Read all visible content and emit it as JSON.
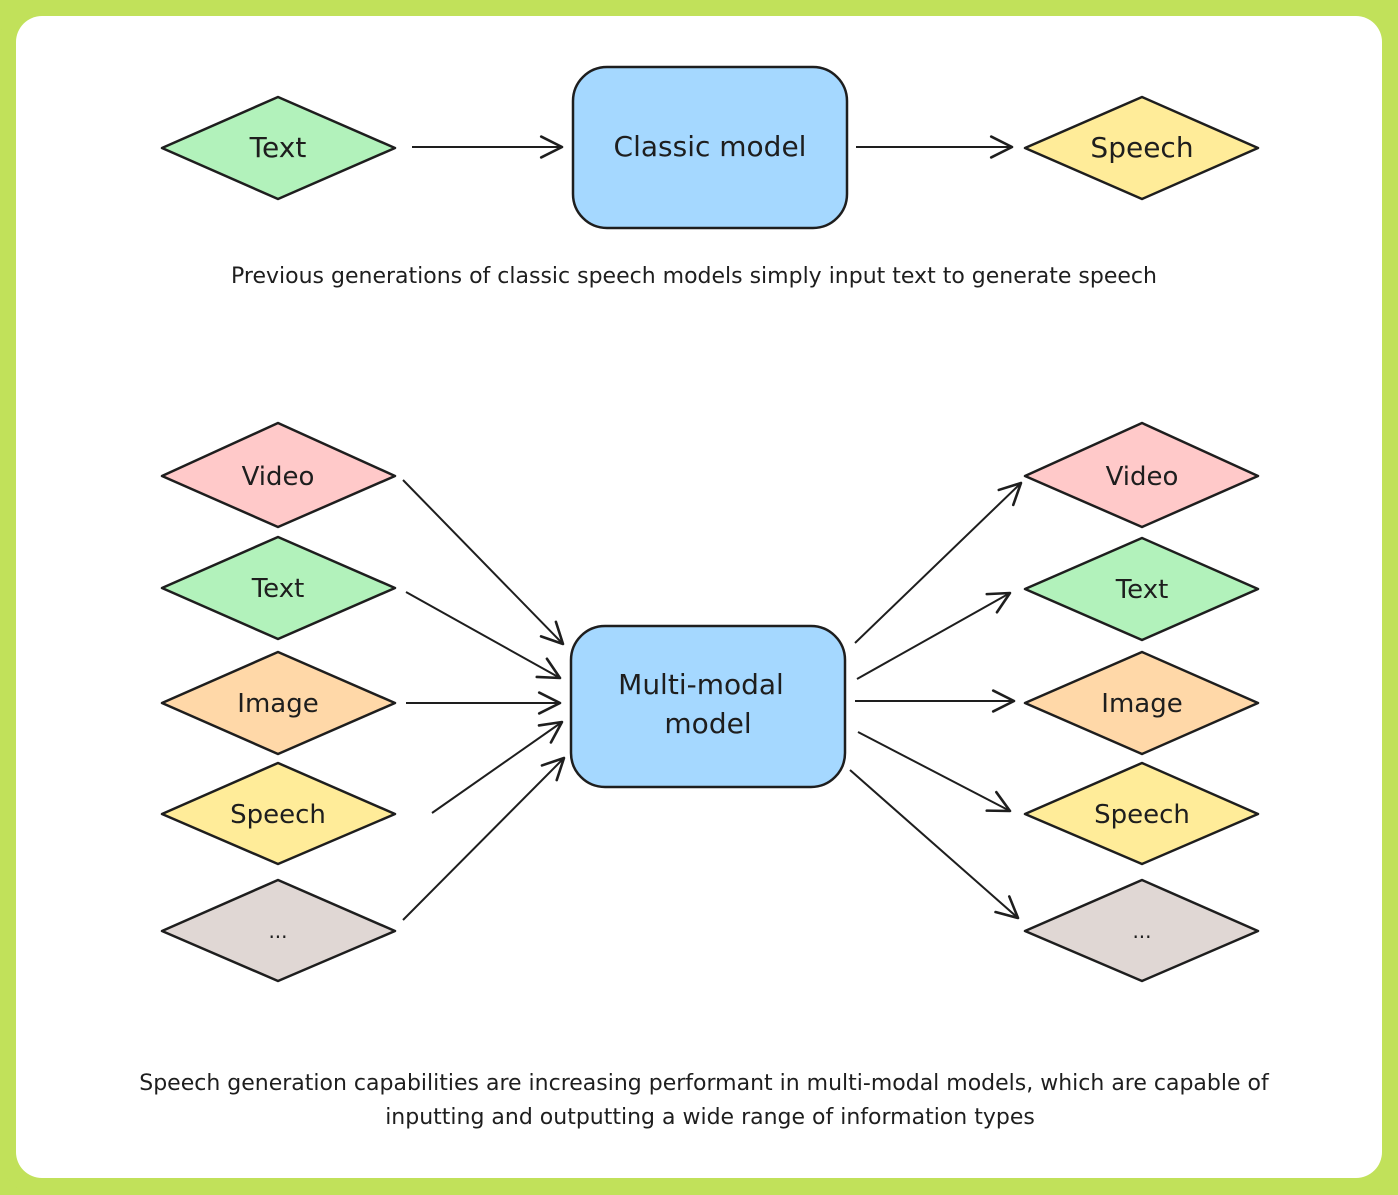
{
  "top": {
    "input": {
      "label": "Text",
      "color": "#b2f2bb"
    },
    "model": {
      "label": "Classic model",
      "color": "#a5d8ff"
    },
    "output": {
      "label": "Speech",
      "color": "#ffec99"
    },
    "caption": "Previous generations of classic speech models simply input text to generate speech"
  },
  "bottom": {
    "model": {
      "line1": "Multi-modal",
      "line2": "model",
      "color": "#a5d8ff"
    },
    "inputs": [
      {
        "label": "Video",
        "color": "#ffc9c9"
      },
      {
        "label": "Text",
        "color": "#b2f2bb"
      },
      {
        "label": "Image",
        "color": "#ffd8a8"
      },
      {
        "label": "Speech",
        "color": "#ffec99"
      },
      {
        "label": "...",
        "color": "#e0d7d4"
      }
    ],
    "outputs": [
      {
        "label": "Video",
        "color": "#ffc9c9"
      },
      {
        "label": "Text",
        "color": "#b2f2bb"
      },
      {
        "label": "Image",
        "color": "#ffd8a8"
      },
      {
        "label": "Speech",
        "color": "#ffec99"
      },
      {
        "label": "...",
        "color": "#e0d7d4"
      }
    ],
    "caption_line1": "Speech generation capabilities are increasing performant in multi-modal models, which are capable of",
    "caption_line2": "inputting and outputting a wide range of information types"
  }
}
